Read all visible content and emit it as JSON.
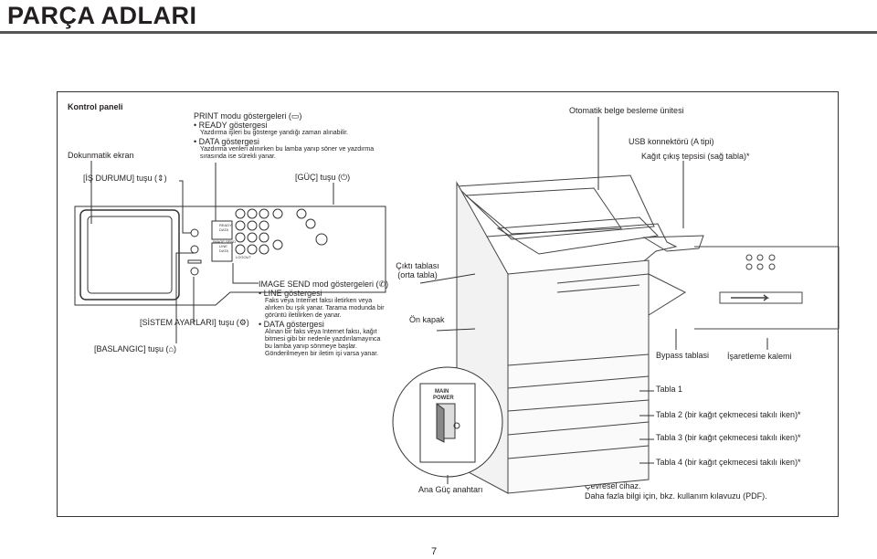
{
  "title": "PARÇA ADLARI",
  "panel": {
    "heading": "Kontrol paneli",
    "touch_screen": "Dokunmatik ekran",
    "job_status": "[İŞ DURUMU] tuşu (",
    "job_status_end": ")",
    "power_key": "[GÜÇ] tuşu (",
    "power_key_end": ")",
    "system_settings": "[SİSTEM AYARLARI] tuşu (",
    "system_settings_end": ")",
    "home": "[BASLANGIC] tuşu (",
    "home_end": ")"
  },
  "print_mode": {
    "heading": "PRINT modu göstergeleri (",
    "heading_end": ")",
    "ready_title": "• READY göstergesi",
    "ready_desc": "Yazdırma işleri bu gösterge yandığı zaman alınabilir.",
    "data_title": "• DATA göstergesi",
    "data_desc1": "Yazdırma verileri alınırken bu lamba yanıp söner ve yazdırma",
    "data_desc2": "sırasında ise sürekli yanar."
  },
  "image_send": {
    "heading": "IMAGE SEND mod göstergeleri (",
    "heading_end": ")",
    "line_title": "• LINE göstergesi",
    "line_desc1": "Faks veya Internet faksı iletirken veya",
    "line_desc2": "alırken bu ışık yanar. Tarama modunda bir",
    "line_desc3": "görüntü iletilirken de yanar.",
    "data_title": "• DATA göstergesi",
    "data_desc1": "Alınan bir faks veya Internet faksı, kağıt",
    "data_desc2": "bitmesi gibi bir nedenle yazdırılamayınca",
    "data_desc3": "bu lamba yanıp sönmeye başlar.",
    "data_desc4": "Gönderilmeyen bir iletim işi varsa yanar."
  },
  "machine": {
    "adf": "Otomatik belge besleme ünitesi",
    "usb": "USB konnektörü (A tipi)",
    "exit_tray": "Kağıt çıkış tepsisi (sağ tabla)*",
    "output_tray1": "Çıktı tablası",
    "output_tray2": "(orta tabla)",
    "front_cover": "Ön kapak",
    "bypass": "Bypass tablasi",
    "stylus": "İşaretleme kalemi",
    "tray1": "Tabla 1",
    "tray2": "Tabla 2 (bir kağıt çekmecesi takılı iken)*",
    "tray3": "Tabla 3 (bir kağıt çekmecesi takılı iken)*",
    "tray4": "Tabla 4 (bir kağıt çekmecesi takılı iken)*",
    "main_power": "Ana Güç anahtarı",
    "main_label1": "MAIN",
    "main_label2": "POWER"
  },
  "keypad_labels": {
    "ready": "READY",
    "data": "DATA",
    "image_send": "IMAGE SEND",
    "line": "LINE",
    "logout": "LOGOUT"
  },
  "footnote": {
    "mark": "*",
    "line1": "Çevresel cihaz.",
    "line2": "Daha fazla bilgi için, bkz. kullanım kılavuzu (PDF)."
  },
  "page_number": "7"
}
